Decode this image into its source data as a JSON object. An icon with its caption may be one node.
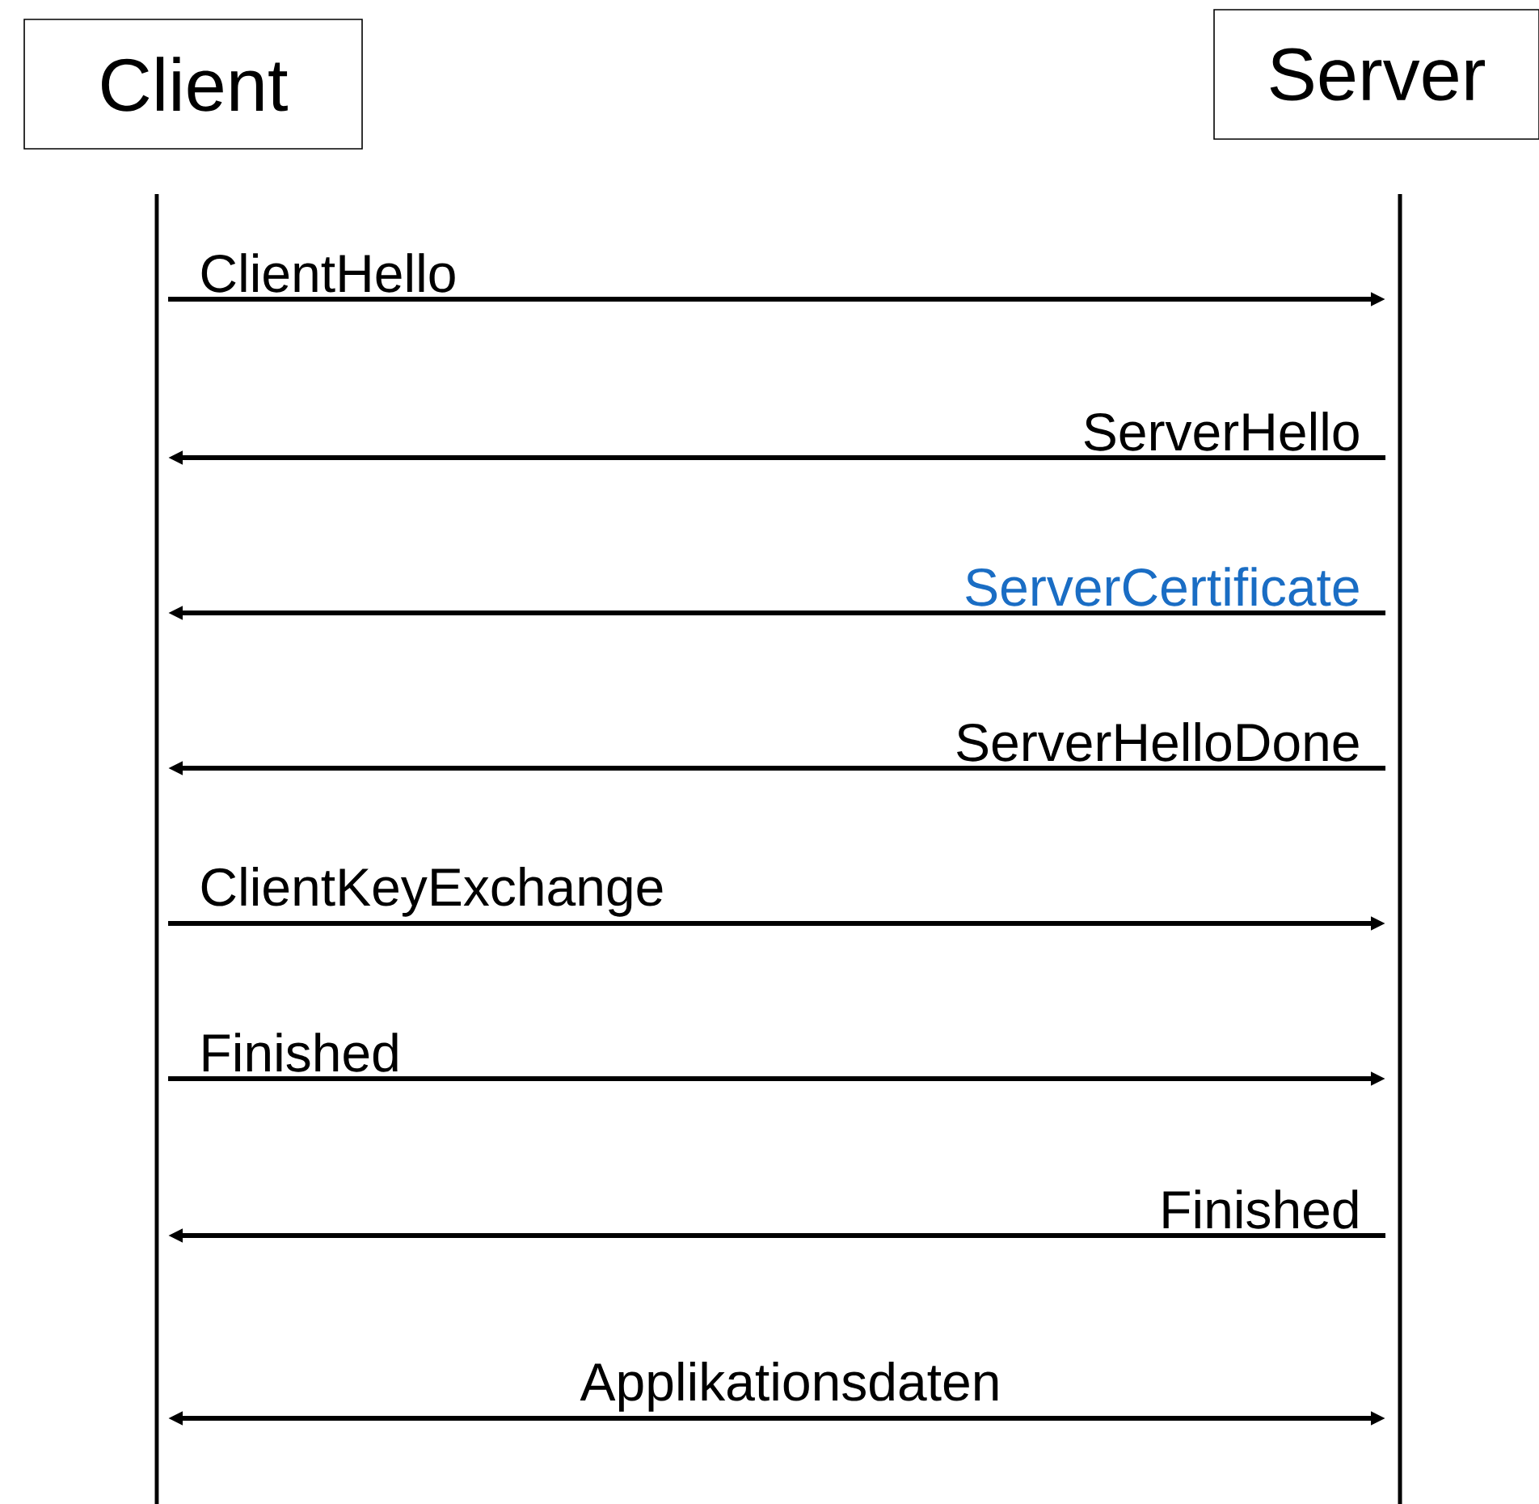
{
  "diagram": {
    "nodes": [
      {
        "text": [
          "Client"
        ]
      },
      {
        "text": [
          "Server"
        ]
      }
    ],
    "edges": [
      {
        "from": 0,
        "to": 1,
        "arrow": "to",
        "label": "ClientHello"
      },
      {
        "from": 1,
        "to": 0,
        "arrow": "to",
        "label": "ServerHello"
      },
      {
        "from": 1,
        "to": 0,
        "arrow": "to",
        "label": "ServerCertificate"
      },
      {
        "from": 1,
        "to": 0,
        "arrow": "to",
        "label": "ServerHelloDone"
      },
      {
        "from": 0,
        "to": 1,
        "arrow": "to",
        "label": "ClientKeyExchange"
      },
      {
        "from": 0,
        "to": 1,
        "arrow": "to",
        "label": "Finished"
      },
      {
        "from": 1,
        "to": 0,
        "arrow": "to",
        "label": "Finished"
      },
      {
        "from": 0,
        "to": 1,
        "arrow": "both",
        "label": "Applikationsdaten"
      }
    ]
  }
}
